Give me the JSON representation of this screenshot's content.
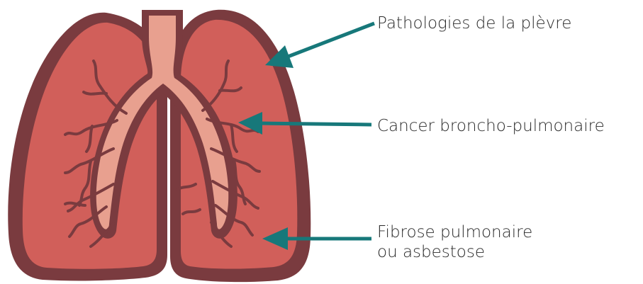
{
  "labels": {
    "plevre": "Pathologies de la plèvre",
    "cancer": "Cancer broncho-pulmonaire",
    "fibrose_line1": "Fibrose pulmonaire",
    "fibrose_line2": "ou asbestose"
  },
  "colors": {
    "lung_outline": "#7a3b3f",
    "lung_fill": "#d15f5a",
    "trachea": "#e8a08f",
    "bronchi_vessels": "#7a3b3f",
    "arrow": "#17787a",
    "text": "#2b2b2b"
  }
}
